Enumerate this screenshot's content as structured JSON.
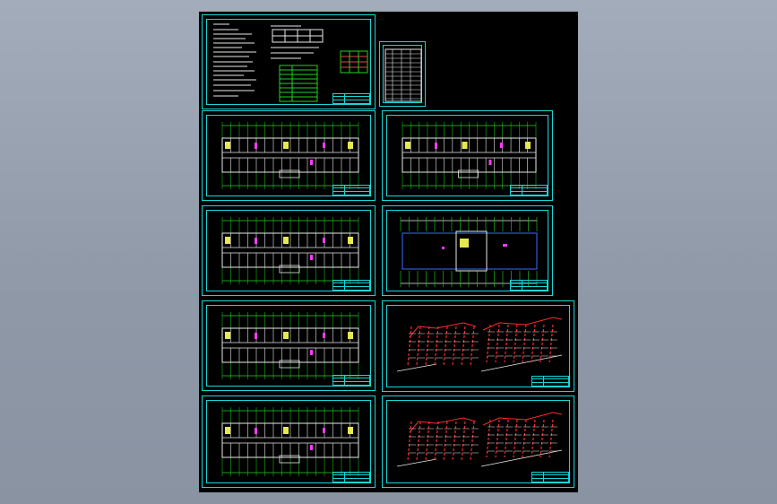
{
  "viewer": {
    "background_color": "#8e98a7",
    "canvas_color": "#000000",
    "frame_color": "#19d6d6"
  },
  "sheets": [
    {
      "id": "design-notes",
      "kind": "notes"
    },
    {
      "id": "door-window-table",
      "kind": "table"
    },
    {
      "id": "floor-plan-1",
      "kind": "plan"
    },
    {
      "id": "floor-plan-2",
      "kind": "plan"
    },
    {
      "id": "floor-plan-3",
      "kind": "plan"
    },
    {
      "id": "roof-plan",
      "kind": "plan"
    },
    {
      "id": "floor-plan-4",
      "kind": "plan"
    },
    {
      "id": "riser-diagram-1",
      "kind": "riser"
    },
    {
      "id": "floor-plan-5",
      "kind": "plan"
    },
    {
      "id": "riser-diagram-2",
      "kind": "riser"
    }
  ]
}
